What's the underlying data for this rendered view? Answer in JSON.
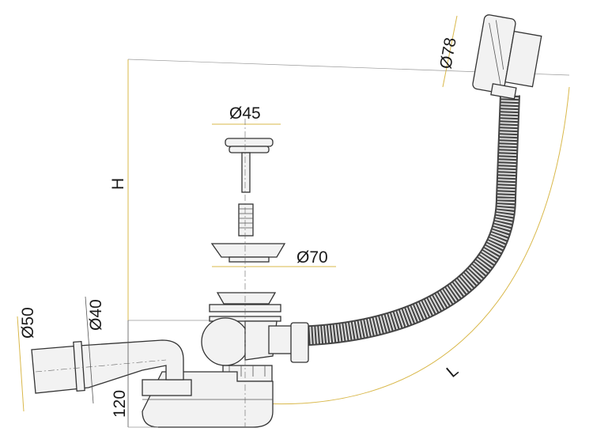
{
  "title": "Bath waste and overflow drain set",
  "dimensions": {
    "overflow_diameter": "Ø78",
    "plug_diameter": "Ø45",
    "height": "H",
    "flange_diameter": "Ø70",
    "outlet_diameter_outer": "Ø50",
    "outlet_diameter_inner": "Ø40",
    "trap_height": "120",
    "hose_length": "L"
  },
  "colors": {
    "dimension_line": "#d9b84a",
    "outline": "#333333"
  }
}
